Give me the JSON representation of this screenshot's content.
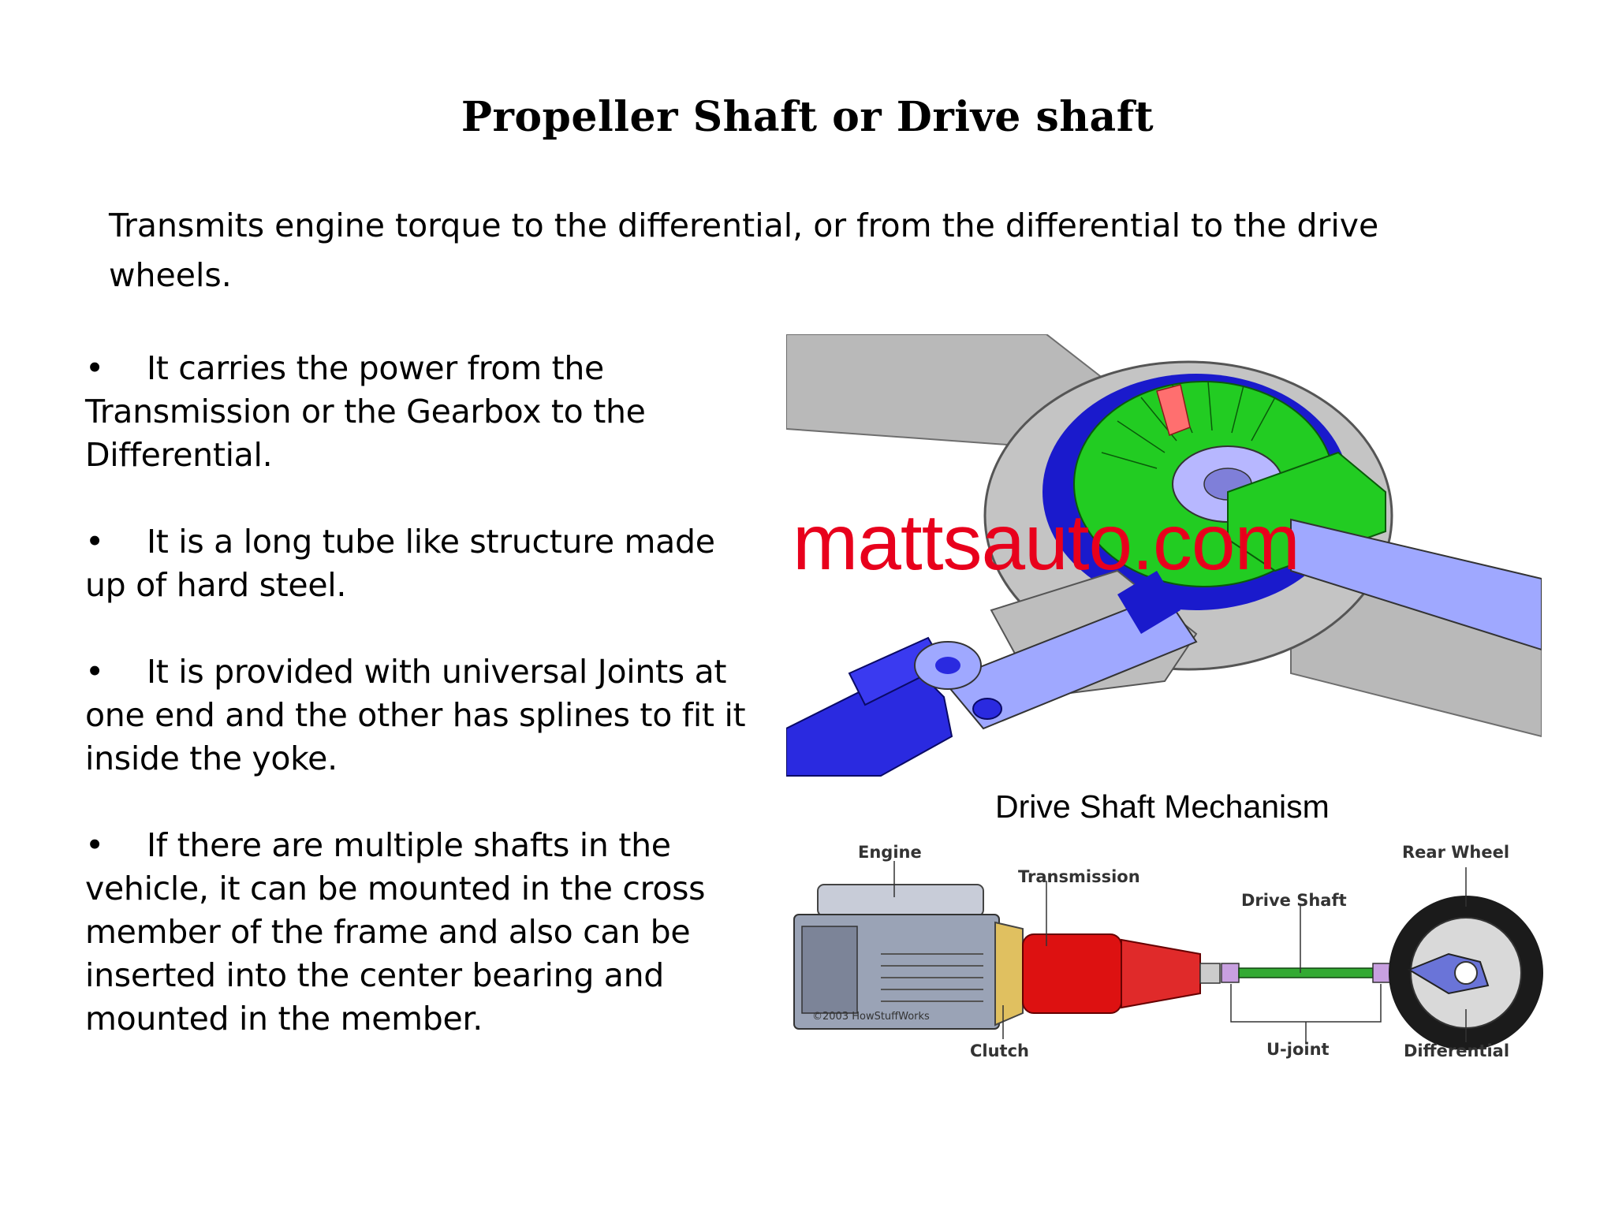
{
  "title": "Propeller Shaft or Drive shaft",
  "intro": "Transmits engine torque to the differential, or from the differential to the drive wheels.",
  "bullet_symbol": "•",
  "bullets": [
    "It carries the power from the Transmission or the Gearbox to the Differential.",
    "It is a long tube like structure made up of hard steel.",
    "It is provided with universal Joints at one end and the other has splines to fit it inside the yoke.",
    "If there are multiple shafts in the vehicle, it can be mounted in the cross member of the frame and also can be inserted into the center bearing and mounted in the member."
  ],
  "figure_top": {
    "watermark": "mattsauto.com"
  },
  "caption": "Drive Shaft Mechanism",
  "figure_bottom": {
    "labels": {
      "engine": "Engine",
      "transmission": "Transmission",
      "drive_shaft": "Drive Shaft",
      "rear_wheel": "Rear Wheel",
      "clutch": "Clutch",
      "u_joint": "U-joint",
      "differential": "Differential"
    },
    "copyright": "©2003 HowStuffWorks"
  },
  "colors": {
    "watermark": "#e8001c",
    "gear_green": "#22cc22",
    "shaft_blue": "#2222cc",
    "shaft_lavender": "#9fa8ff",
    "transmission_red": "#dd1111",
    "drive_shaft_green": "#33aa33"
  }
}
